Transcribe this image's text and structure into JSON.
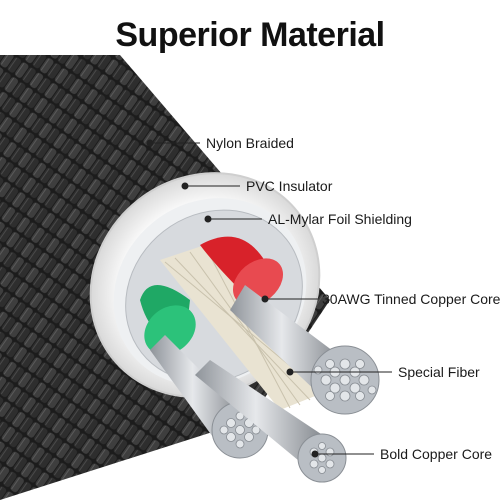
{
  "title": "Superior Material",
  "labels": {
    "nylon": "Nylon Braided",
    "pvc": "PVC Insulator",
    "mylar": "AL-Mylar Foil Shielding",
    "tinned": "30AWG Tinned Copper Core",
    "fiber": "Special Fiber",
    "bold": "Bold Copper Core"
  },
  "colors": {
    "braid": "#2b2b2b",
    "pvc": "#f2f2f2",
    "red_insulation": "#d8222a",
    "green_insulation": "#1fa865",
    "copper_strand": "#c7cbd0"
  }
}
